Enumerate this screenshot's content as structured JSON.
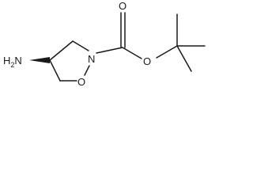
{
  "molecule": {
    "atoms": {
      "amine": "H2N",
      "amine_subscript_base": "H",
      "amine_subscript": "2",
      "amine_tail": "N",
      "ring_nitrogen": "N",
      "ring_oxygen": "O",
      "carbonyl_oxygen": "O",
      "ester_oxygen": "O"
    },
    "colors": {
      "bond": "#1a1a1a",
      "label": "#1a1a1a",
      "background": "#ffffff"
    }
  }
}
